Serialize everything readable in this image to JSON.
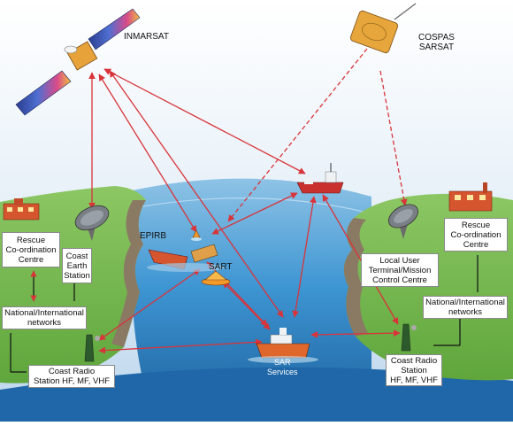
{
  "satellites": {
    "inmarsat": "INMARSAT",
    "cospas_line1": "COSPAS",
    "cospas_line2": "SARSAT"
  },
  "labels": {
    "epirb": "EPIRB",
    "sart": "SART",
    "sar_line1": "SAR",
    "sar_line2": "Services"
  },
  "left": {
    "rcc": [
      "Rescue",
      "Co-ordination",
      "Centre"
    ],
    "coast_earth": [
      "Coast",
      "Earth",
      "Station"
    ],
    "networks": [
      "National/International",
      "networks"
    ],
    "coast_radio": [
      "Coast Radio",
      "Station HF, MF, VHF"
    ]
  },
  "right": {
    "rcc": [
      "Rescue",
      "Co-ordination",
      "Centre"
    ],
    "lut": [
      "Local User",
      "Terminal/Mission",
      "Control Centre"
    ],
    "networks": [
      "National/International",
      "networks"
    ],
    "coast_radio": [
      "Coast Radio",
      "Station",
      "HF, MF, VHF"
    ]
  },
  "colors": {
    "sky": "#cfe3f3",
    "land": "#6fb34a",
    "sea": "#2f86c8",
    "link": "#d8343a"
  }
}
